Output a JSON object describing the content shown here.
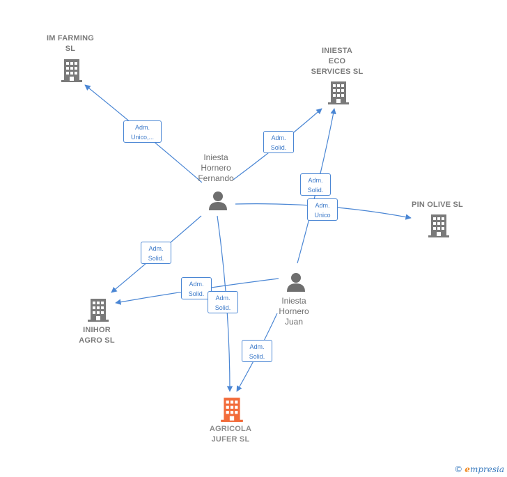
{
  "colors": {
    "edge": "#4a86d4",
    "company": "#7a7a7a",
    "focal_company": "#f26b3a",
    "person": "#6e6e6e"
  },
  "nodes": {
    "im_farming": {
      "label": "IM FARMING\nSL",
      "icon": "building-icon"
    },
    "iniesta_eco": {
      "label": "INIESTA\nECO\nSERVICES  SL",
      "icon": "building-icon"
    },
    "pin_olive": {
      "label": "PIN OLIVE  SL",
      "icon": "building-icon"
    },
    "inihor": {
      "label": "INIHOR\nAGRO  SL",
      "icon": "building-icon"
    },
    "agricola": {
      "label": "AGRICOLA\nJUFER  SL",
      "icon": "building-icon"
    },
    "fernando": {
      "label": "Iniesta\nHornero\nFernando",
      "icon": "person-icon"
    },
    "juan": {
      "label": "Iniesta\nHornero\nJuan",
      "icon": "person-icon"
    }
  },
  "edges": [
    {
      "label": "Adm.\nUnico,..."
    },
    {
      "label": "Adm.\nSolid."
    },
    {
      "label": "Adm.\nSolid."
    },
    {
      "label": "Adm.\nUnico"
    },
    {
      "label": "Adm.\nSolid."
    },
    {
      "label": "Adm.\nSolid."
    },
    {
      "label": "Adm.\nSolid."
    },
    {
      "label": "Adm.\nSolid."
    }
  ],
  "brand": {
    "copyright": "©",
    "initial": "e",
    "name": "mpresia"
  }
}
